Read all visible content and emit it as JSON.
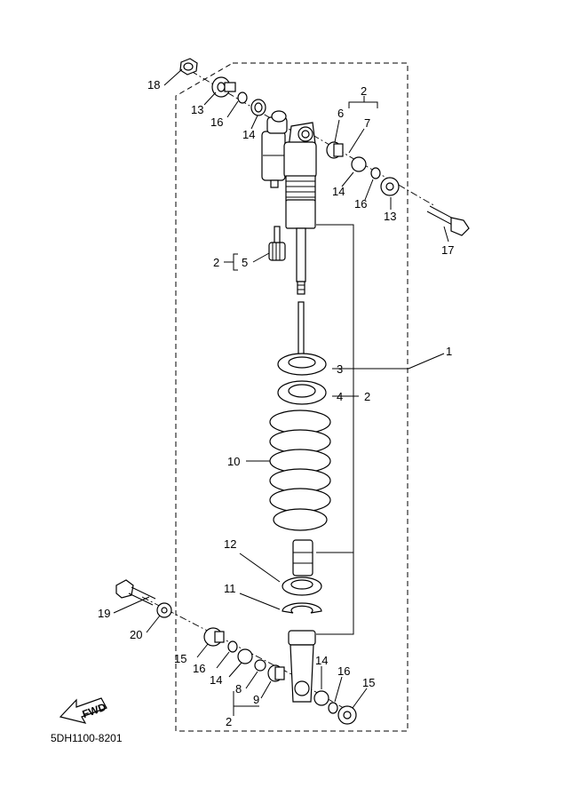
{
  "diagram_code": "5DH1100-8201",
  "fwd_label": "FWD",
  "callouts": {
    "c1": "1",
    "c2a": "2",
    "c2b": "2",
    "c2c": "2",
    "c2d": "2",
    "c3": "3",
    "c4": "4",
    "c5": "5",
    "c6": "6",
    "c7": "7",
    "c8": "8",
    "c9": "9",
    "c10": "10",
    "c11": "11",
    "c12": "12",
    "c13a": "13",
    "c13b": "13",
    "c14a": "14",
    "c14b": "14",
    "c14c": "14",
    "c14d": "14",
    "c15a": "15",
    "c15b": "15",
    "c16a": "16",
    "c16b": "16",
    "c16c": "16",
    "c16d": "16",
    "c17": "17",
    "c18": "18",
    "c19": "19",
    "c20": "20"
  }
}
